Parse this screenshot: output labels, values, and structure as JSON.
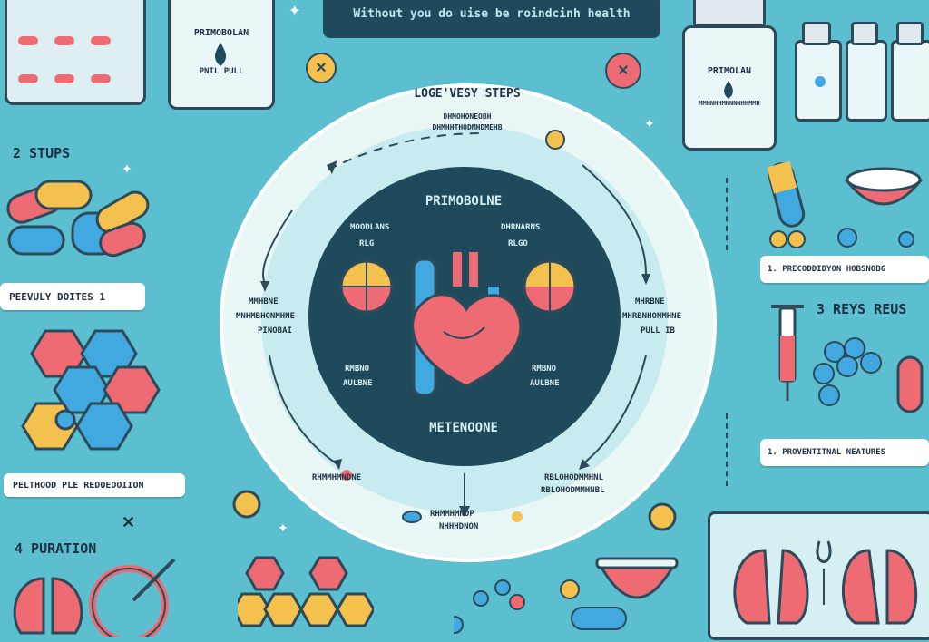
{
  "banner": {
    "text": "Without you do uise be roindcinh health"
  },
  "cycle": {
    "title": "LOGE'VESY STEPS",
    "subtitle_lines": [
      "DHMOHONEOBH",
      "DHMHHTHODMHDMEHB"
    ],
    "center_top": "PRIMOBOLNE",
    "center_bottom": "METENOONE",
    "left_hint": [
      "MOODLANS",
      "RLG"
    ],
    "right_hint": [
      "DHRNARNS",
      "RLGO"
    ],
    "left_low": [
      "RMBNO",
      "AULBNE"
    ],
    "right_low": [
      "RMBNO",
      "AULBNE"
    ],
    "outer_left": [
      "MMHBNE",
      "MNHMBHONMHNE",
      "PINOBAI"
    ],
    "outer_right": [
      "MHRBNE",
      "MHRBNHONMHNE",
      "PULL IB"
    ],
    "bottom_left": "RHMMHMNDNE",
    "bottom_center": [
      "RHMMHMNDP",
      "NHHHDNON"
    ],
    "bottom_right": [
      "RBLOHODMMHNL",
      "RBLOHODMMHNBL"
    ]
  },
  "bottles": {
    "left_label_top": "PRIMOBOLAN",
    "left_label_bottom": "PNIL    PULL",
    "right_label_top": "PRIMOLAN",
    "right_label_bottom": "MMHNHHMNNNNHHMMH"
  },
  "left_panel": {
    "steps_label": "2  STUPS",
    "card1": "PEEVULY DOITES  1",
    "card2": "PELTHOOD PLE REDOEDOIION",
    "duration": "4  PURATION"
  },
  "right_panel": {
    "card1": "1.  PRECODDIDYON HOBSNOBG",
    "heading": "3   REYS REUS",
    "card2": "1.  PROVENTITNAL NEATURES"
  },
  "icons": {
    "x1": "close-icon",
    "x2": "close-icon",
    "heart": "heart-icon",
    "syringe": "syringe-icon",
    "lungs": "lungs-icon"
  },
  "colors": {
    "background": "#5cbfcf",
    "ring": "#e8f6f6",
    "center": "#1f4a5c",
    "heart": "#ef6b74",
    "accent_yellow": "#f4c14e",
    "accent_blue": "#41a9df"
  }
}
